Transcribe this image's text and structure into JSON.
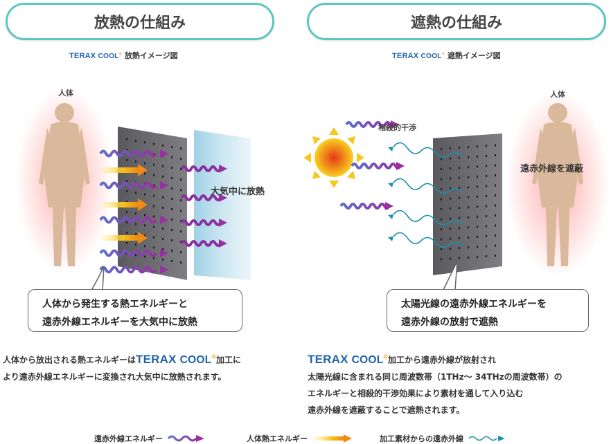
{
  "left": {
    "title": "放熱の仕組み",
    "caption": {
      "brand": "TERAX",
      "brand_cool": "COOL",
      "text": "放熱イメージ図"
    },
    "body_label": "人体",
    "air_label": "大気中に放熱",
    "callout": [
      "人体から発生する熱エネルギーと",
      "遠赤外線エネルギーを大気中に放熱"
    ],
    "para": {
      "line1_pre": "人体から放出される熱エネルギーは",
      "brand": "TERAX",
      "brand_cool": "COOL",
      "line1_post": "加工に",
      "line2": "より遠赤外線エネルギーに変換され大気中に放熱されます。"
    }
  },
  "right": {
    "title": "遮熱の仕組み",
    "caption": {
      "brand": "TERAX",
      "brand_cool": "COOL",
      "text": "遮熱イメージ図"
    },
    "body_label": "人体",
    "interference_label": "相殺的干渉",
    "block_label": "遠赤外線を遮蔽",
    "callout": [
      "太陽光線の遠赤外線エネルギーを",
      "遠赤外線の放射で遮熱"
    ],
    "para": {
      "brand": "TERAX",
      "brand_cool": "COOL",
      "line1_post": "加工から遠赤外線が放射され",
      "line2": "太陽光線に含まれる同じ周波数帯（1THz～ 34THzの周波数帯）の",
      "line3": "エネルギーと相殺的干渉効果により素材を通して入り込む",
      "line4": "遠赤外線を遮蔽することで遮熱されます。"
    }
  },
  "legend": [
    {
      "label": "遠赤外線エネルギー",
      "icon": "purple-wave-arrow-icon"
    },
    {
      "label": "人体熱エネルギー",
      "icon": "yellow-heat-arrow-icon"
    },
    {
      "label": "加工素材からの遠赤外線",
      "icon": "teal-wave-arrow-icon"
    }
  ],
  "colors": {
    "accent": "#5cc7c0",
    "brand": "#1f63a8",
    "far_infrared": "#7a2f9a",
    "heat": "#f6b21a",
    "material_ir": "#1a8fb0",
    "panel": "#6d6d72"
  }
}
